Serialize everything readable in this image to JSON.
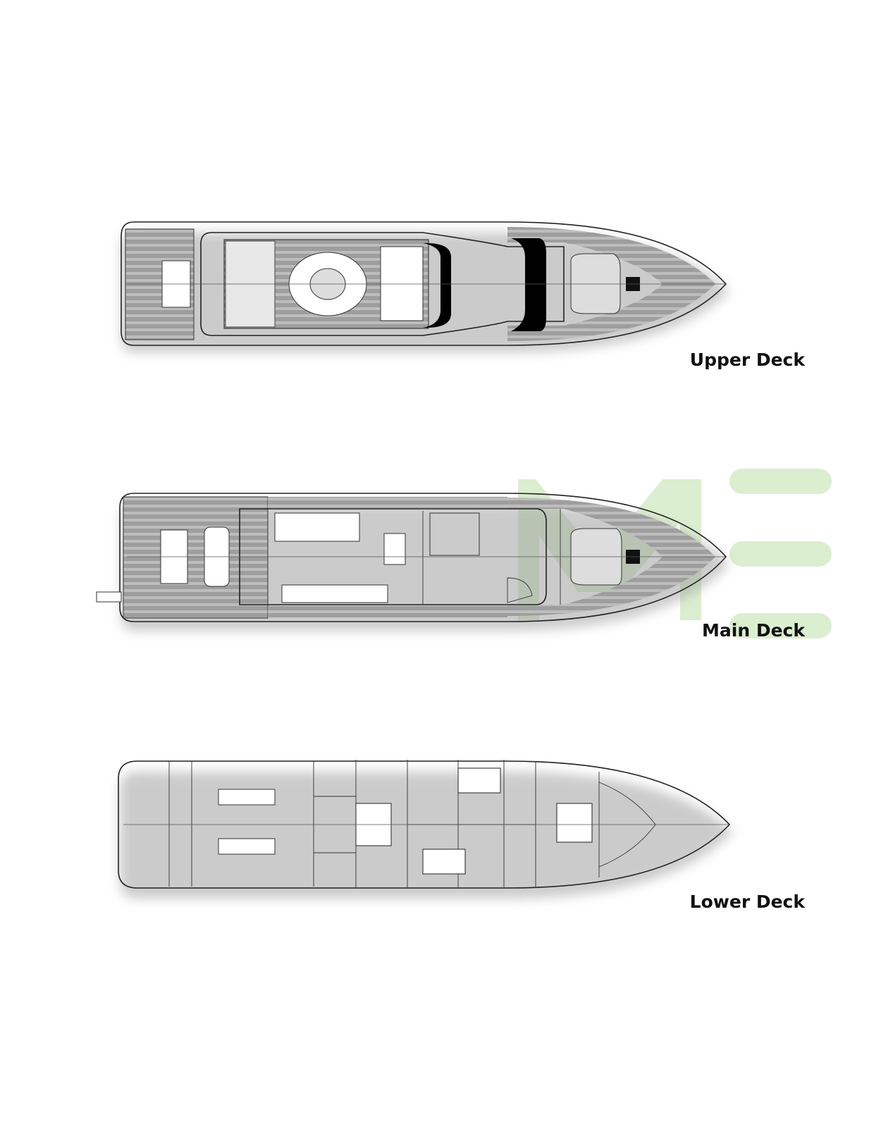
{
  "decks": [
    {
      "name": "Upper Deck"
    },
    {
      "name": "Main Deck"
    },
    {
      "name": "Lower Deck"
    }
  ],
  "watermark": {
    "text": "ME",
    "color": "#cfe8c0"
  }
}
